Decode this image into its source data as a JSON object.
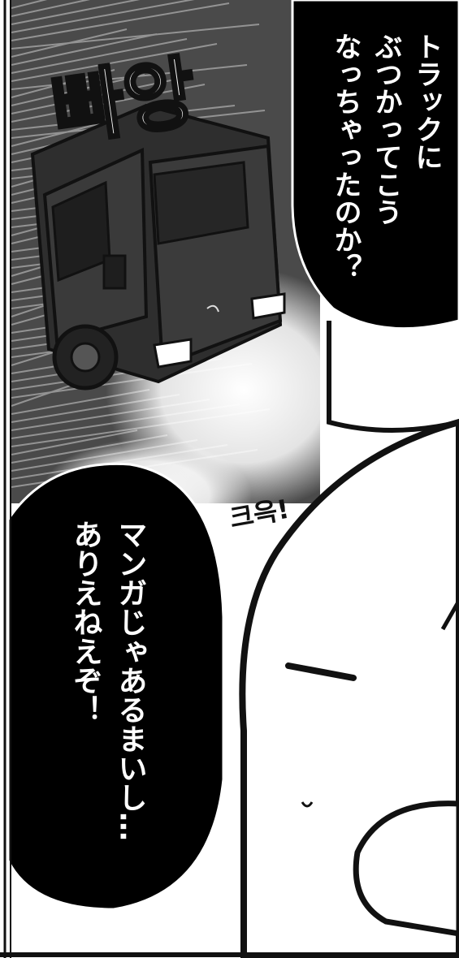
{
  "comic": {
    "sfx_horn": "빠앙",
    "sfx_grunt": "크윽!",
    "bubble_top": {
      "lines": [
        "トラックに",
        "ぶつかってこう",
        "なっちゃったのか？"
      ]
    },
    "bubble_bottom": {
      "lines": [
        "マンガじゃあるまいし…",
        "ありえねえぞ！"
      ]
    }
  },
  "colors": {
    "ink": "#111111",
    "paper": "#ffffff",
    "night": "#4a4a4a",
    "truck": "#2e2e2e"
  }
}
